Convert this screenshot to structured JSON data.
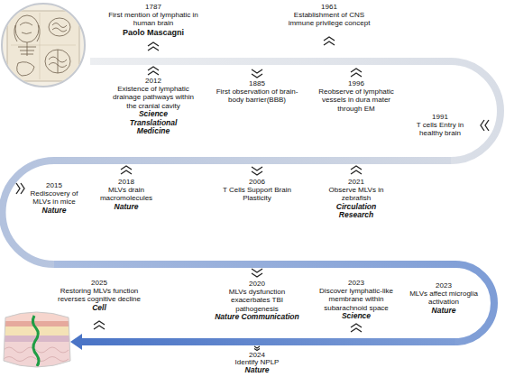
{
  "diagram": {
    "labels": [
      "1787",
      "First mention of lymphatic in human brain",
      "Paolo Mascagni",
      "1961",
      "Establishment of CNS immune privilege concept",
      "2012",
      "Existence of lymphatic drainage pathways within the cranial cavity",
      "Science Translational Medicine",
      "1885",
      "First observation of brain-body barrier(BBB)",
      "1996",
      "Reobserve of lymphatic vessels in dura mater through EM",
      "1991",
      "T cells Entry in healthy brain",
      "2015",
      "Rediscovery of MLVs in mice",
      "Nature",
      "2018",
      "MLVs drain macromolecules",
      "Nature",
      "2006",
      "T Cells Support Brain Plasticity",
      "2021",
      "Observe MLVs in zebrafish",
      "Circulation Research",
      "2025",
      "Restoring MLVs function reverses cognitive decline",
      "Cell",
      "2020",
      "MLVs dysfunction exacerbates TBI pathogenesis",
      "Nature Communication",
      "2023",
      "Discover lymphatic-like membrane within subarachnoid space",
      "Science",
      "2023",
      "MLVs affect microglia activation",
      "Nature",
      "2024",
      "Identify NPLP",
      "Nature"
    ]
  }
}
